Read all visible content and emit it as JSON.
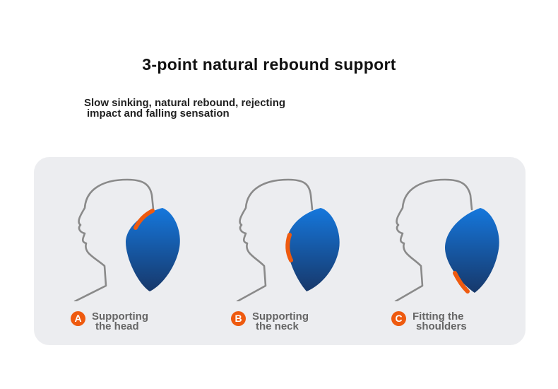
{
  "title": "3-point natural rebound support",
  "subtitle": {
    "line1": "Slow sinking, natural rebound, rejecting",
    "line2": "impact and falling sensation"
  },
  "colors": {
    "accent": "#ee5a0f",
    "pillow_top": "#1577dc",
    "pillow_bottom": "#17386a",
    "panel": "#ecedf0",
    "outline": "#8a8a8a"
  },
  "support_points": [
    {
      "badge": "A",
      "line1": "Supporting",
      "line2": "the head",
      "highlight": "head"
    },
    {
      "badge": "B",
      "line1": "Supporting",
      "line2": "the neck",
      "highlight": "neck"
    },
    {
      "badge": "C",
      "line1": "Fitting the",
      "line2": "shoulders",
      "highlight": "shoulders"
    }
  ]
}
